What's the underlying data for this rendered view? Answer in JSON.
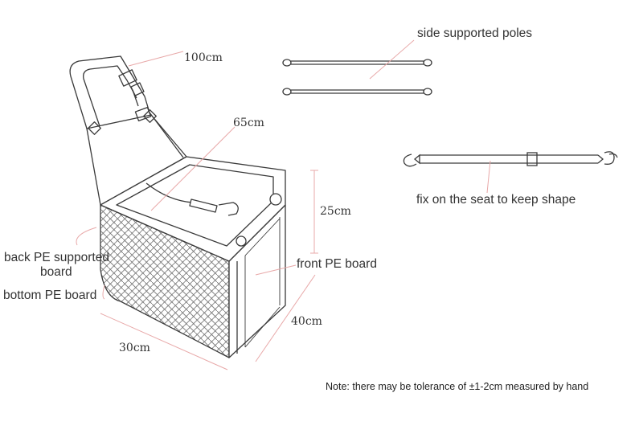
{
  "labels": {
    "side_poles": "side supported poles",
    "strap_length": "100cm",
    "seat_width": "65cm",
    "fix_bar": "fix on the seat to keep shape",
    "height": "25cm",
    "back_board_line1": "back PE supported",
    "back_board_line2": "board",
    "front_board": "front PE board",
    "bottom_board": "bottom PE board",
    "length": "40cm",
    "width": "30cm"
  },
  "note": "Note: there may be tolerance of ±1-2cm measured by hand",
  "colors": {
    "outline": "#3a3a3a",
    "leader": "#e8a8a8",
    "mesh": "#9a9a9a",
    "text": "#333333"
  }
}
